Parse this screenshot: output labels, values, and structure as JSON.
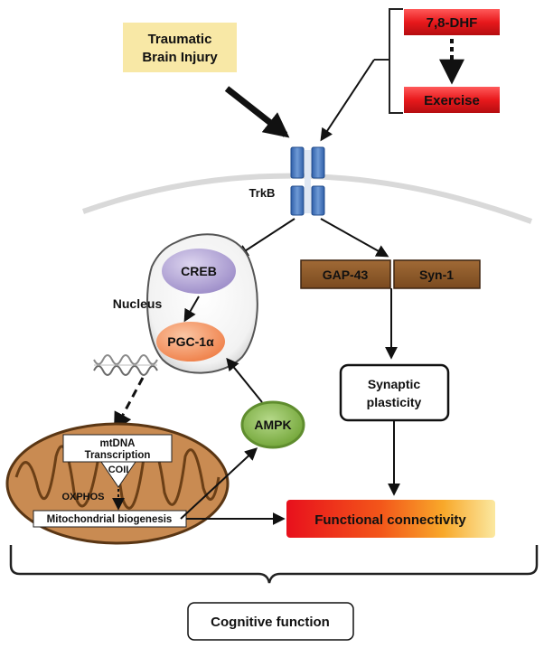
{
  "stimulus": {
    "line1": "Traumatic",
    "line2": "Brain Injury"
  },
  "treatments": {
    "top": "7,8-DHF",
    "bottom": "Exercise"
  },
  "receptor": {
    "label": "TrkB"
  },
  "nucleus": {
    "label": "Nucleus",
    "creb": "CREB",
    "pgc": "PGC-1α"
  },
  "proteins": {
    "gap43": "GAP-43",
    "syn1": "Syn-1"
  },
  "synaptic": {
    "line1": "Synaptic",
    "line2": "plasticity"
  },
  "ampk": {
    "label": "AMPK"
  },
  "mito": {
    "mtdna": {
      "line1": "mtDNA",
      "line2": "Transcription"
    },
    "coii": "COII",
    "oxphos": "OXPHOS",
    "biogenesis": "Mitochondrial biogenesis"
  },
  "connectivity": {
    "label": "Functional connectivity"
  },
  "outcome": {
    "label": "Cognitive function"
  },
  "colors": {
    "stimulus_fill": "#f8e8a6",
    "treatment_red": "#e8191c",
    "protein_brown": "#8b5a2b",
    "creb_purple": "#b4a6d6",
    "pgc_orange": "#f39a6a",
    "ampk_green": "#86b848",
    "mito_brown": "#c98b52",
    "trkb_blue": "#4f7fc4"
  }
}
